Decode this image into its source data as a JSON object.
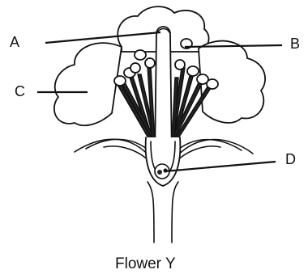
{
  "labels": {
    "a": "A",
    "b": "B",
    "c": "C",
    "d": "D"
  },
  "caption": "Flower Y",
  "icons": [
    "flower-diagram"
  ]
}
